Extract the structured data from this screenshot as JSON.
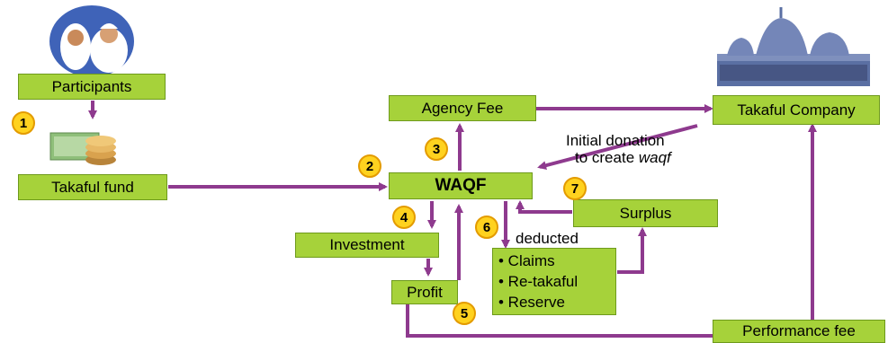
{
  "boxes": {
    "participants": "Participants",
    "takaful_fund": "Takaful fund",
    "agency_fee": "Agency Fee",
    "takaful_company": "Takaful Company",
    "waqf": "WAQF",
    "surplus": "Surplus",
    "investment": "Investment",
    "profit": "Profit",
    "performance_fee": "Performance fee"
  },
  "deducted_label": "deducted",
  "deducted_items": [
    "• Claims",
    "• Re-takaful",
    "• Reserve"
  ],
  "donation_label": {
    "line1": "Initial donation",
    "line2_prefix": "to create ",
    "line2_italic": "waqf"
  },
  "badges": [
    "1",
    "2",
    "3",
    "4",
    "5",
    "6",
    "7"
  ],
  "icons": [
    "participants-people-icon",
    "money-stack-icon",
    "mosque-icon"
  ],
  "colors": {
    "box_fill": "#a6d23a",
    "arrow": "#8e3a8e",
    "badge_fill": "#ffd21f"
  }
}
